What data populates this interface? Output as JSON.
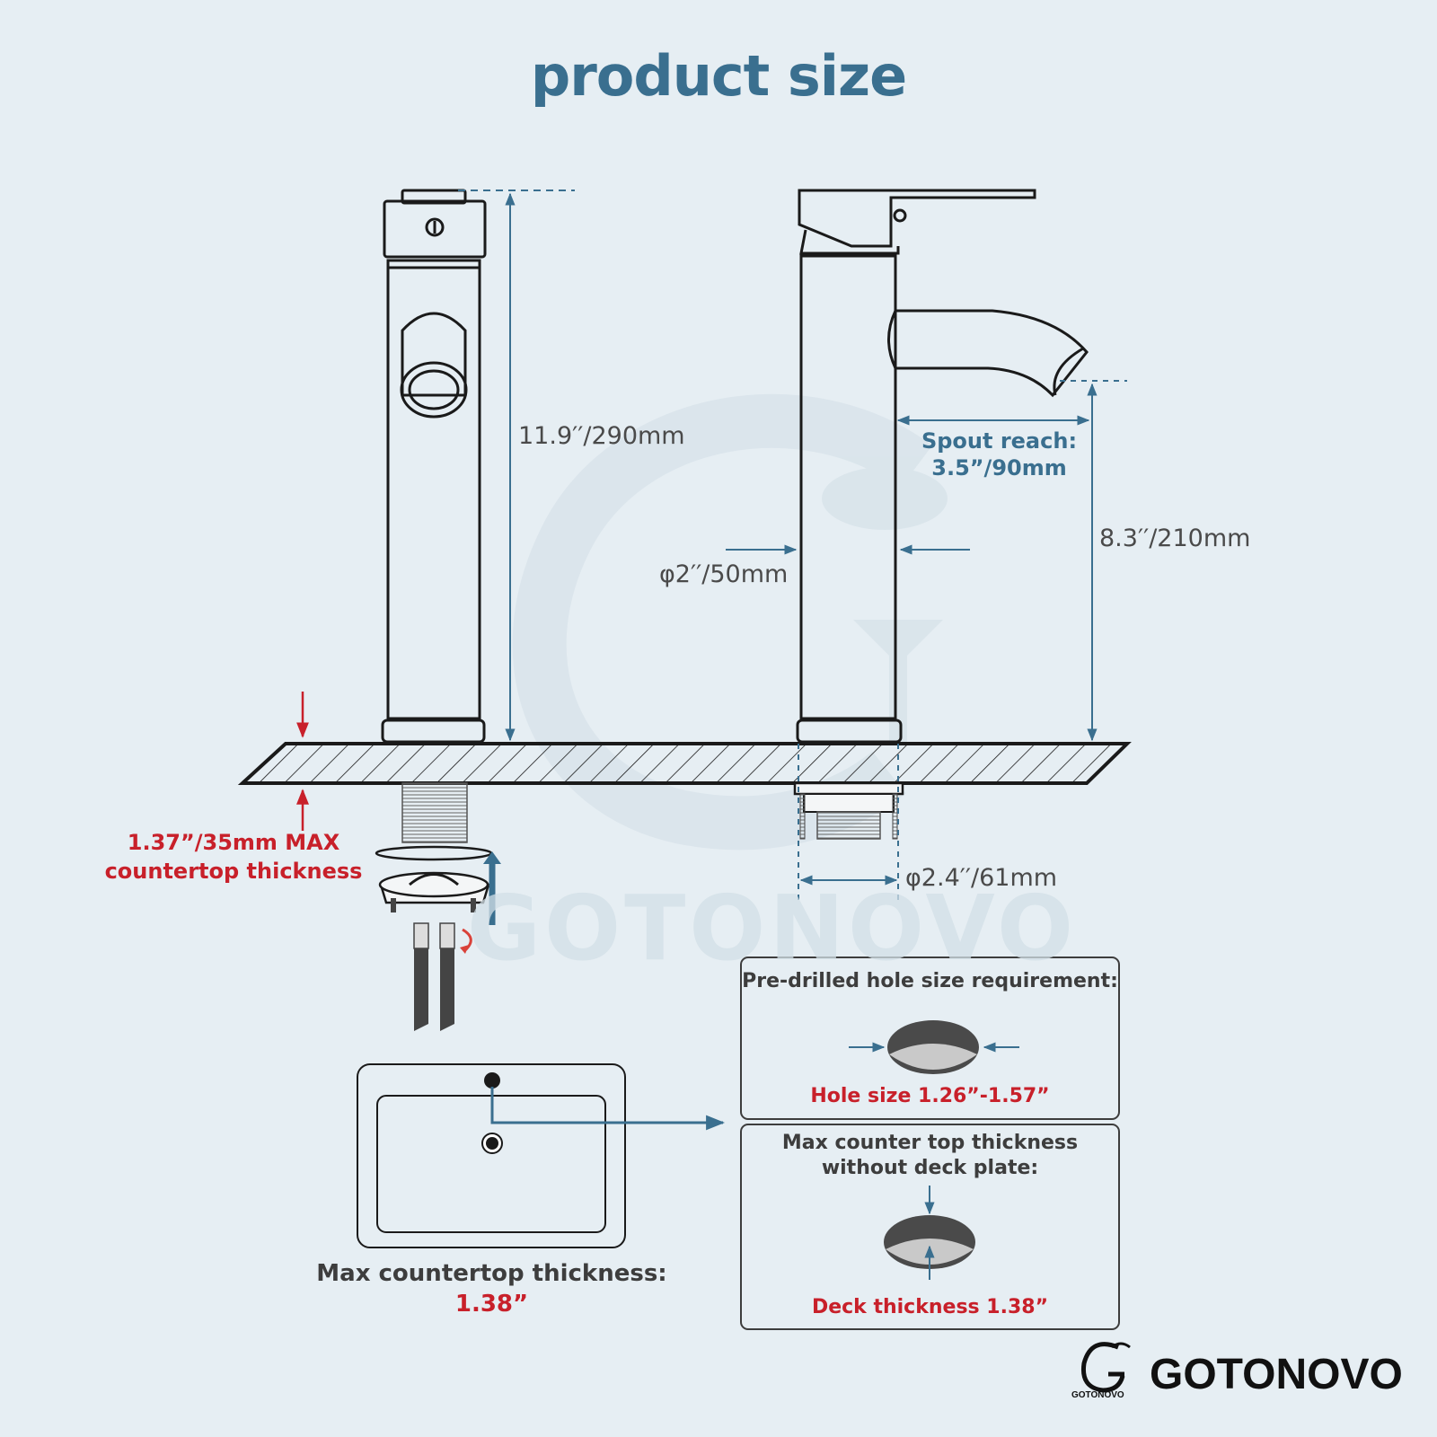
{
  "title": "product size",
  "watermark": "GOTONOVO",
  "dimensions": {
    "total_height": "11.9′′/290mm",
    "spout_reach_label": "Spout reach:",
    "spout_reach_value": "3.5”/90mm",
    "spout_height": "8.3′′/210mm",
    "body_diameter": "φ2′′/50mm",
    "base_diameter": "φ2.4′′/61mm",
    "countertop_line1": "1.37”/35mm MAX",
    "countertop_line2": "countertop thickness"
  },
  "panels": {
    "hole": {
      "title": "Pre-drilled hole size requirement:",
      "value": "Hole size 1.26”-1.57”"
    },
    "deck": {
      "title_line1": "Max counter top thickness",
      "title_line2": "without deck plate:",
      "value": "Deck thickness 1.38”"
    }
  },
  "sink": {
    "label": "Max countertop thickness:",
    "value": "1.38”"
  },
  "brand": {
    "name": "GOTONOVO",
    "logo_caption": "GOTONOVO"
  },
  "colors": {
    "background": "#e6eef3",
    "accent_blue": "#3a6f8f",
    "accent_red": "#c8202a",
    "line": "#1a1a1a"
  }
}
